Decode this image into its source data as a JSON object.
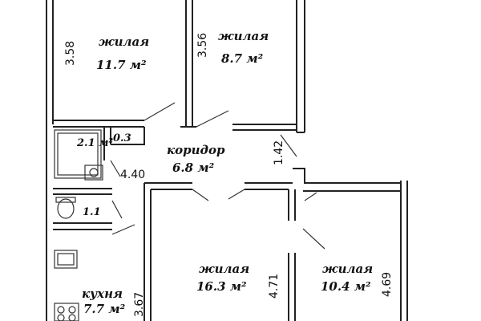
{
  "rooms": {
    "living_top_left": {
      "name": "жилая",
      "area": "11.7 м²",
      "dim": "3.58"
    },
    "living_top_right": {
      "name": "жилая",
      "area": "8.7 м²",
      "dim": "3.56"
    },
    "bath": {
      "area": "2.1 м²"
    },
    "closet": {
      "area": "0.3"
    },
    "corridor": {
      "name": "коридор",
      "area": "6.8 м²",
      "dim_left": "4.40",
      "dim_right": "1.42"
    },
    "toilet": {
      "area": "1.1"
    },
    "living_bottom_mid": {
      "name": "жилая",
      "area": "16.3 м²",
      "dim": "4.71"
    },
    "living_bottom_right": {
      "name": "жилая",
      "area": "10.4 м²",
      "dim": "4.69"
    },
    "kitchen": {
      "name": "кухня",
      "area": "7.7 м²",
      "dim": "3.67"
    }
  },
  "colors": {
    "wall": "#222222",
    "background": "#ffffff"
  }
}
